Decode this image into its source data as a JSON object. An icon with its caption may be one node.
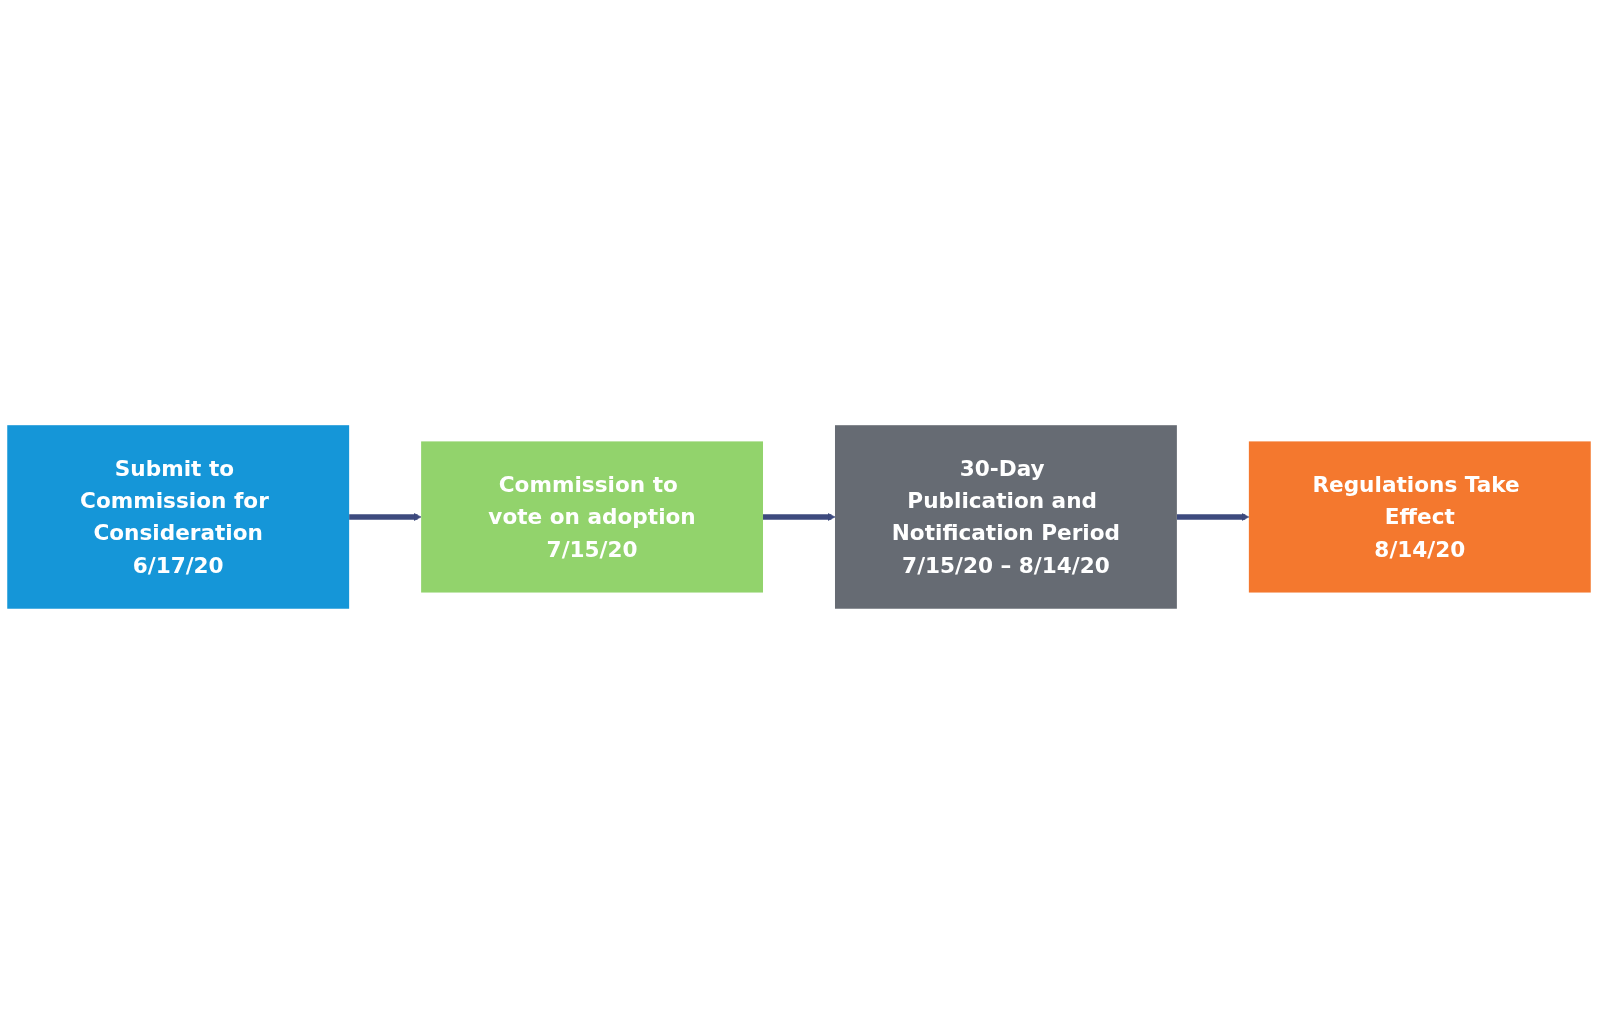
{
  "diagram": {
    "nodes": [
      {
        "text": [
          "Submit to Commission for Consideration",
          "6/17/20"
        ]
      },
      {
        "text": [
          "Commission to vote on adoption",
          "7/15/20"
        ]
      },
      {
        "text": [
          "30-Day Publication and Notification Period",
          "7/15/20 – 8/14/20"
        ]
      },
      {
        "text": [
          "Regulations Take Effect",
          "8/14/20"
        ]
      }
    ],
    "edges": [
      {
        "from": 0,
        "to": 1,
        "arrow": "to"
      },
      {
        "from": 1,
        "to": 2,
        "arrow": "to"
      },
      {
        "from": 2,
        "to": 3,
        "arrow": "to"
      }
    ]
  }
}
